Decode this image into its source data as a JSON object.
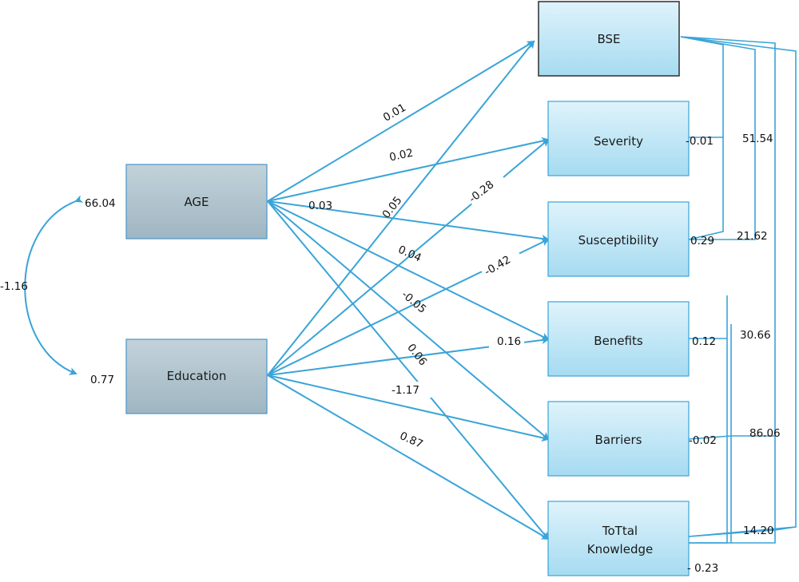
{
  "nodes": {
    "age": "AGE",
    "education": "Education",
    "bse": "BSE",
    "severity": "Severity",
    "susceptibility": "Susceptibility",
    "benefits": "Benefits",
    "barriers": "Barriers",
    "total_knowledge_line1": "ToTtal",
    "total_knowledge_line2": "Knowledge"
  },
  "exogenous": {
    "age_variance": "66.04",
    "education_variance": "0.77",
    "age_education_covariance": "-1.16"
  },
  "age_paths": {
    "to_bse": "0.01",
    "to_severity": "0.02",
    "to_susceptibility": "0.03",
    "to_benefits": "0.04",
    "to_barriers": "-0.05",
    "to_total_knowledge": "0.06"
  },
  "education_paths": {
    "to_bse": "0.05",
    "to_severity": "-0.28",
    "to_susceptibility": "-0.42",
    "to_benefits": "0.16",
    "to_barriers": "-1.17",
    "to_total_knowledge": "0.87"
  },
  "residuals": {
    "severity": "-0.01",
    "susceptibility": "0.29",
    "benefits": "0.12",
    "barriers": "-0.02",
    "total_knowledge": "- 0.23"
  },
  "correlations": {
    "c1": "51.54",
    "c2": "21.62",
    "c3": "30.66",
    "c4": "86.06",
    "c5": "14.20"
  },
  "colors": {
    "arrow": "#3aa4d8",
    "endogenous_fill": "#bfe6f6",
    "exogenous_fill": "#a9c0cc"
  }
}
